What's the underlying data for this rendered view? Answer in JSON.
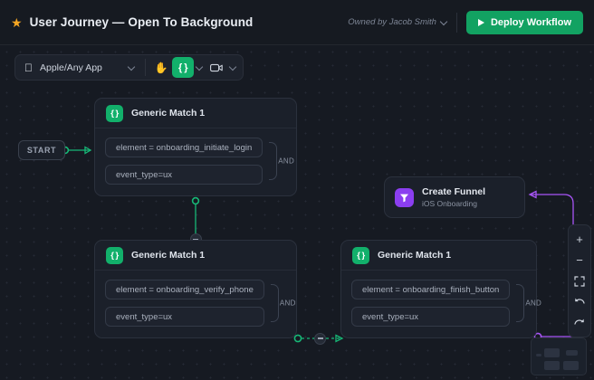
{
  "header": {
    "star_icon": "star-icon",
    "title": "User Journey — Open To Background",
    "owner_label": "Owned by Jacob Smith",
    "owner_chevron": "chevron-down-icon",
    "deploy_label": "Deploy Workflow",
    "deploy_icon": "play-icon",
    "accent_green": "#12a262",
    "star_color": "#f5a623"
  },
  "toolbar": {
    "apple_icon": "apple-icon",
    "app_select_value": "Apple/Any App",
    "app_select_chevron": "chevron-down-icon",
    "hand_tool_icon": "hand-icon",
    "code_tool_icon": "{ }",
    "code_tool_chevron": "chevron-down-icon",
    "camera_tool_icon": "video-camera-icon",
    "camera_tool_chevron": "chevron-down-icon",
    "active_color": "#12b06b"
  },
  "canvas": {
    "background": "#161a22",
    "grid_dot_color": "#262b36",
    "start_label": "START",
    "wire_green": "#17b877",
    "wire_purple": "#a855f7"
  },
  "nodes": [
    {
      "id": "generic-match-top",
      "badge_icon": "{ }",
      "title": "Generic Match 1",
      "conditions": [
        "element = onboarding_initiate_login",
        "event_type=ux"
      ],
      "operator": "AND"
    },
    {
      "id": "generic-match-bottom-left",
      "badge_icon": "{ }",
      "title": "Generic Match 1",
      "conditions": [
        "element = onboarding_verify_phone",
        "event_type=ux"
      ],
      "operator": "AND"
    },
    {
      "id": "generic-match-bottom-right",
      "badge_icon": "{ }",
      "title": "Generic Match 1",
      "conditions": [
        "element = onboarding_finish_button",
        "event_type=ux"
      ],
      "operator": "AND"
    }
  ],
  "funnel": {
    "badge_icon": "funnel-icon",
    "title": "Create Funnel",
    "subtitle": "iOS Onboarding",
    "badge_color": "#8b3ef0"
  },
  "zoom_controls": {
    "zoom_in": "+",
    "zoom_out": "−",
    "fit_icon": "fit-to-screen-icon",
    "undo_icon": "undo-arrow-icon",
    "redo_icon": "redo-arrow-icon"
  },
  "minimap": {
    "name": "minimap"
  }
}
